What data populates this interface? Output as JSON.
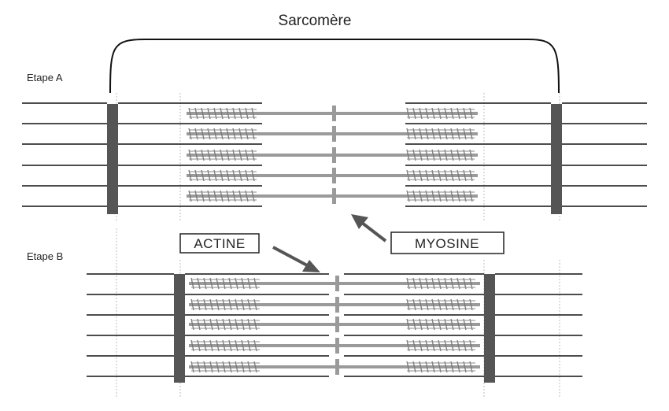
{
  "title": "Sarcomère",
  "stage_a": {
    "label": "Etape A",
    "filaments": 5
  },
  "stage_b": {
    "label": "Etape B",
    "filaments": 5
  },
  "callouts": {
    "actin": "ACTINE",
    "myosin": "MYOSINE"
  },
  "colors": {
    "line": "#111111",
    "z_disc": "#555555",
    "myosin": "#9a9a9a",
    "guide": "#bdbdbd",
    "box": "#ffffff"
  }
}
